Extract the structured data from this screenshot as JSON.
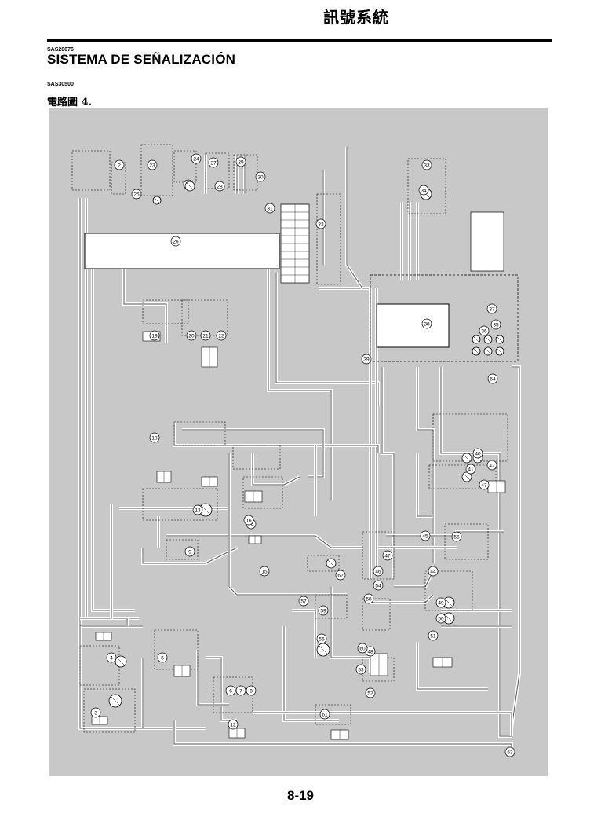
{
  "header": {
    "chapter_title": "訊號系統",
    "section_code": "SAS20076",
    "section_title": "SISTEMA DE SEÑALIZACIÓN",
    "diagram_code": "SAS30500",
    "diagram_label": "電路圖 4."
  },
  "diagram": {
    "background_color": "#c8c8c8",
    "wire_color": "#ffffff",
    "line_color": "#000000",
    "component_numbers": [
      "2",
      "3",
      "4",
      "5",
      "6",
      "7",
      "8",
      "9",
      "12",
      "13",
      "14",
      "15",
      "16",
      "18",
      "19",
      "20",
      "21",
      "22",
      "23",
      "24",
      "25",
      "26",
      "27",
      "28",
      "29",
      "30",
      "31",
      "32",
      "33",
      "34",
      "35",
      "36",
      "37",
      "38",
      "39",
      "40",
      "41",
      "42",
      "43",
      "44",
      "45",
      "46",
      "47",
      "48",
      "49",
      "50",
      "51",
      "52",
      "53",
      "54",
      "55",
      "56",
      "57",
      "58",
      "59",
      "60",
      "61",
      "62",
      "63",
      "64"
    ]
  },
  "footer": {
    "page_number": "8-19"
  }
}
